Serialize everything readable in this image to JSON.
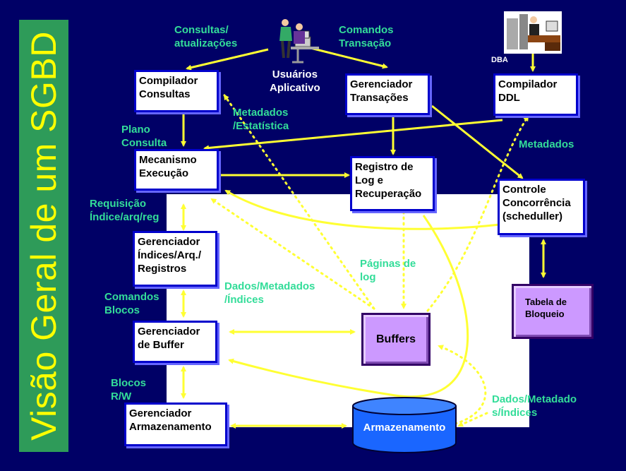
{
  "title": "Visão Geral de um SGBD",
  "boxes": {
    "compilador_consultas": "Compilador\nConsultas",
    "gerenciador_transacoes": "Gerenciador\nTransações",
    "compilador_ddl": "Compilador\nDDL",
    "mecanismo_execucao": "Mecanismo\nExecução",
    "registro_log": "Registro de\nLog e\nRecuperação",
    "controle_concorrencia": "Controle\nConcorrência\n(scheduller)",
    "gerenciador_indices": "Gerenciador\nÍndices/Arq./\nRegistros",
    "gerenciador_buffer": "Gerenciador\nde Buffer",
    "gerenciador_armazenamento": "Gerenciador\nArmazenamento",
    "buffers": "Buffers",
    "armazenamento": "Armazenamento",
    "tabela_bloqueio": "Tabela de\nBloqueio"
  },
  "labels": {
    "consultas": "Consultas/\natualizações",
    "comandos_transacao": "Comandos\nTransação",
    "usuarios": "Usuários\nAplicativo",
    "dba": "DBA",
    "metadados_estatistica": "Metadados\n/Estatística",
    "plano_consulta": "Plano\nConsulta",
    "metadados": "Metadados",
    "requisicao": "Requisição\nÍndice/arq/reg",
    "paginas_log": "Páginas de\nlog",
    "dados_metadados_indices": "Dados/Metadados\n/Índices",
    "comandos_blocos": "Comandos\nBlocos",
    "blocos_rw": "Blocos\nR/W",
    "dados_metadado_indices": "Dados/Metadado\ns/Índices"
  }
}
